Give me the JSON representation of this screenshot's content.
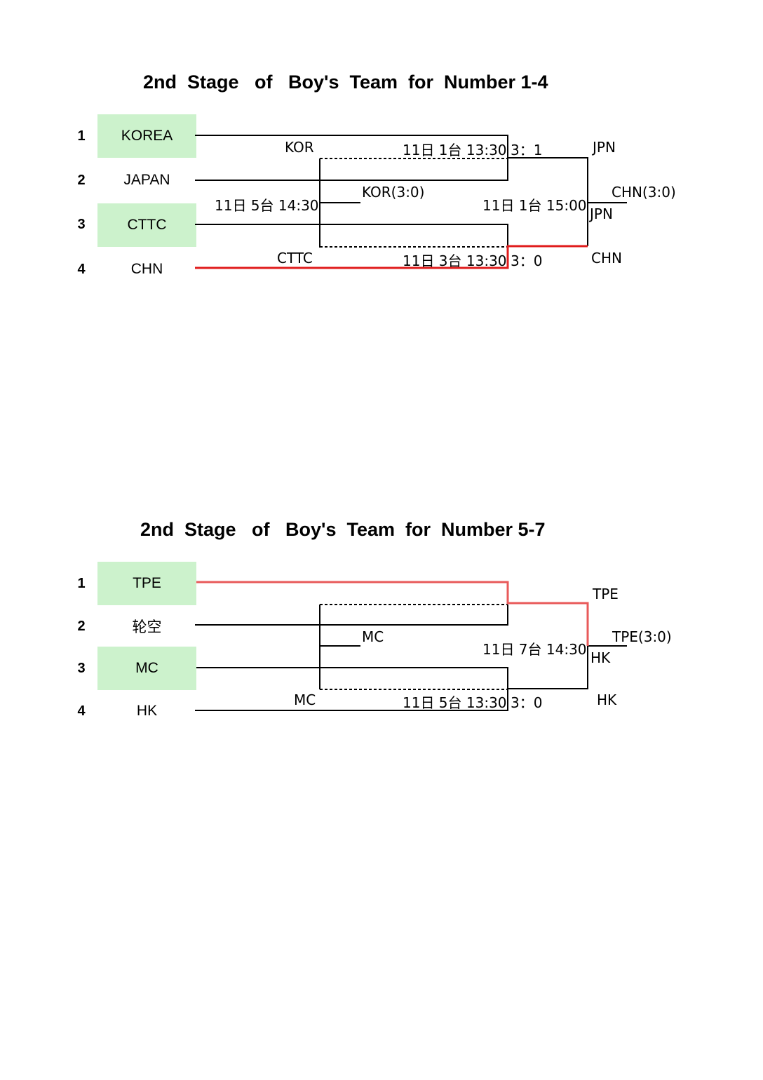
{
  "colors": {
    "highlight_box": "#ccf2cc",
    "winner_line_dark": "#e01c1c",
    "winner_line_light": "#e85a5a",
    "line": "#000000"
  },
  "bracket1": {
    "title": "2nd  Stage   of   Boy's  Team  for  Number 1-4",
    "teams": [
      {
        "seed": "1",
        "name": "KOREA",
        "highlight": true
      },
      {
        "seed": "2",
        "name": "JAPAN",
        "highlight": false
      },
      {
        "seed": "3",
        "name": "CTTC",
        "highlight": true
      },
      {
        "seed": "4",
        "name": "CHN",
        "highlight": false
      }
    ],
    "labels": {
      "kor": "KOR",
      "match1_time": "11日 1台 13:30",
      "match1_score": "3：1",
      "jpn_top": "JPN",
      "kor_result": "KOR(3:0)",
      "match5_time": "11日 5台 14:30",
      "final_time": "11日 1台 15:00",
      "chn_result": "CHN(3:0)",
      "jpn_bottom": "JPN",
      "cttc": "CTTC",
      "match3_time": "11日 3台 13:30",
      "match3_score": "3：0",
      "chn_bottom": "CHN"
    }
  },
  "bracket2": {
    "title": "2nd  Stage   of   Boy's  Team  for  Number 5-7",
    "teams": [
      {
        "seed": "1",
        "name": "TPE",
        "highlight": true
      },
      {
        "seed": "2",
        "name": "轮空",
        "highlight": false
      },
      {
        "seed": "3",
        "name": "MC",
        "highlight": true
      },
      {
        "seed": "4",
        "name": "HK",
        "highlight": false
      }
    ],
    "labels": {
      "tpe_top": "TPE",
      "mc_result": "MC",
      "final_time": "11日 7台 14:30",
      "tpe_result": "TPE(3:0)",
      "hk_mid": "HK",
      "mc": "MC",
      "match5_time": "11日 5台 13:30",
      "match5_score": "3：0",
      "hk_bottom": "HK"
    }
  }
}
